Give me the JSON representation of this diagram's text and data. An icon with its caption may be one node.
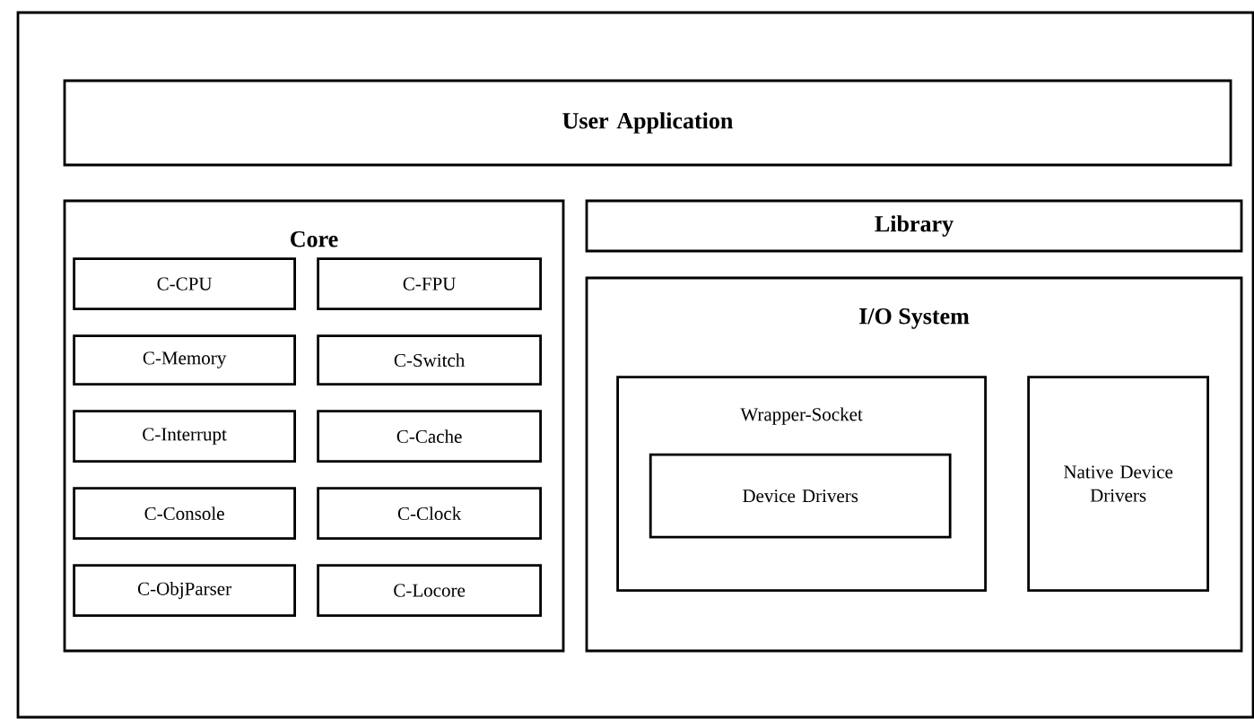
{
  "diagram": {
    "nodes": [
      {
        "text": [
          "User Application"
        ]
      },
      {
        "text": [
          "Core"
        ]
      },
      {
        "text": [
          "C-CPU"
        ],
        "in": 1
      },
      {
        "text": [
          "C-FPU"
        ],
        "in": 1
      },
      {
        "text": [
          "C-Memory"
        ],
        "in": 1
      },
      {
        "text": [
          "C-Switch"
        ],
        "in": 1
      },
      {
        "text": [
          "C-Interrupt"
        ],
        "in": 1
      },
      {
        "text": [
          "C-Cache"
        ],
        "in": 1
      },
      {
        "text": [
          "C-Console"
        ],
        "in": 1
      },
      {
        "text": [
          "C-Clock"
        ],
        "in": 1
      },
      {
        "text": [
          "C-ObjParser"
        ],
        "in": 1
      },
      {
        "text": [
          "C-Locore"
        ],
        "in": 1
      },
      {
        "text": [
          "Library"
        ]
      },
      {
        "text": [
          "I/O System"
        ]
      },
      {
        "text": [
          "Wrapper-Socket"
        ],
        "in": 13
      },
      {
        "text": [
          "Device Drivers"
        ],
        "in": 14
      },
      {
        "text": [
          "Native Device Drivers"
        ],
        "in": 13
      }
    ]
  }
}
